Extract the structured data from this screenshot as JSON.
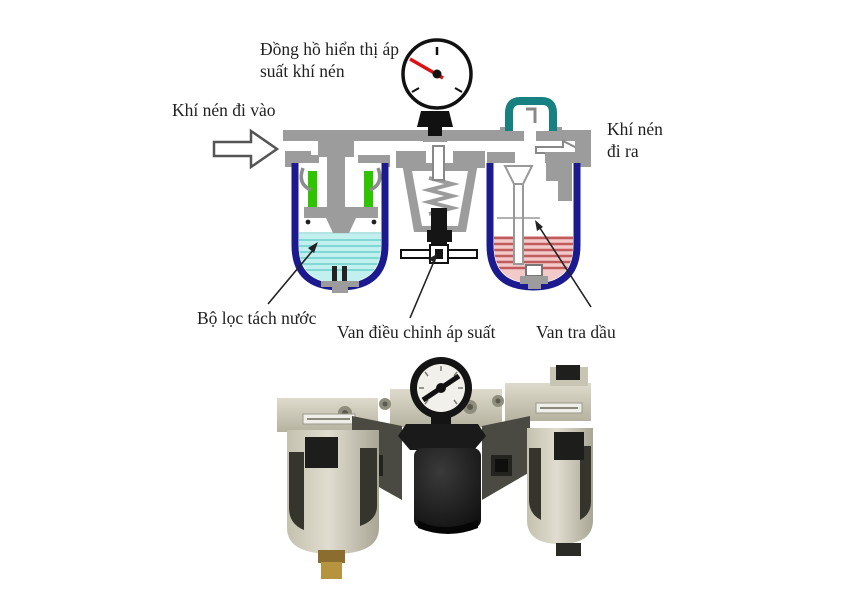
{
  "diagram": {
    "labels": {
      "gauge": "Đồng hồ hiển thị áp suất khí nén",
      "inlet": "Khí nén đi vào",
      "outlet": "Khí nén đi ra",
      "filter": "Bộ lọc tách nước",
      "regulator": "Van điều chỉnh áp suất",
      "lubricator": "Van tra dầu"
    },
    "colors": {
      "pipe": "#9c9c9c",
      "bowl_outline": "#1b1b8f",
      "filter_element": "#2fc400",
      "water": "#c2f0ee",
      "water_stripe": "#7fd8d4",
      "oil": "#f2caca",
      "oil_stripe": "#c25c5c",
      "fill_cap": "#178080",
      "needle": "#dd1111",
      "leader": "#222222"
    }
  },
  "photo": {
    "colors": {
      "body": "#cfccba",
      "body_light": "#dedbcc",
      "body_shadow": "#a9a695",
      "dark": "#1a1a1a",
      "slot": "#35352e",
      "brass": "#b6933f",
      "dial": "#f2f0ea"
    }
  }
}
